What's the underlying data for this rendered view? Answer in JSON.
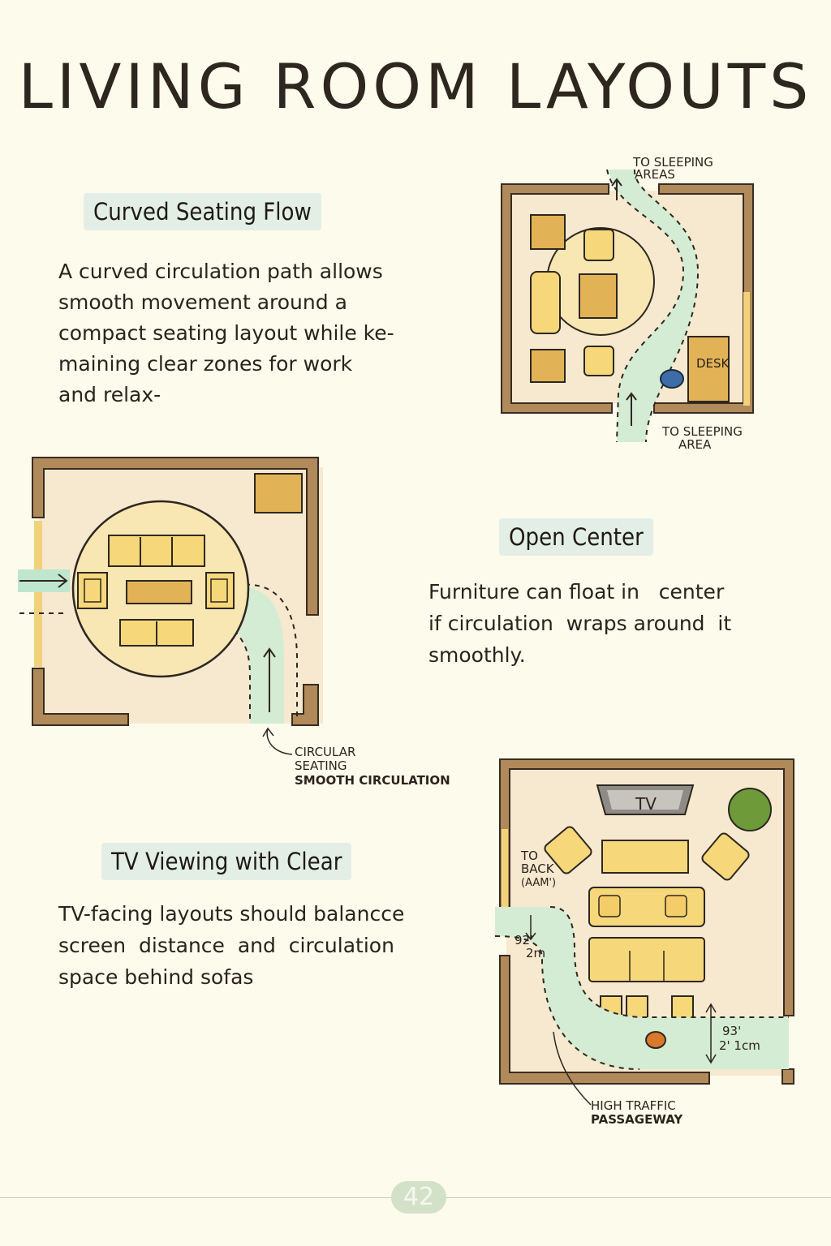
{
  "page_title": "LIVING ROOM LAYOUTS",
  "sections": {
    "curved": {
      "heading": "Curved Seating Flow",
      "lines": [
        "A curved circulation path allows",
        "smooth movement around a",
        "compact seating layout while ke-",
        "maining clear zones for work",
        "and relax-"
      ]
    },
    "open": {
      "heading": "Open Center",
      "lines": [
        "Furniture can float in   center",
        "if circulation  wraps around  it",
        "smoothly."
      ]
    },
    "tv": {
      "heading": "TV Viewing with Clear",
      "lines": [
        "TV-facing layouts should balancce",
        "screen  distance  and  circulation",
        "space behind sofas"
      ]
    }
  },
  "plan1": {
    "top_label": [
      "TO SLEEPING",
      "AREAS"
    ],
    "bottom_label": [
      "TO SLEEPING",
      "AREA"
    ],
    "desk_label": "DESK"
  },
  "plan2": {
    "callout": [
      "CIRCULAR",
      "SEATING",
      "SMOOTH CIRCULATION"
    ]
  },
  "plan3": {
    "tv_label": "TV",
    "left_label": [
      "TO",
      "BACK",
      "(AAM')"
    ],
    "dim_left": [
      "92'",
      "2m"
    ],
    "dim_right": [
      "93'",
      "2' 1cm"
    ],
    "callout": [
      "HIGH TRAFFIC",
      "PASSAGEWAY"
    ]
  },
  "page_number": "42",
  "colors": {
    "background": "#fdfbec",
    "wall": "#b08a5a",
    "floor": "#f6e9cf",
    "furniture": "#f6d779",
    "furniture_dark": "#e2b356",
    "path": "#d3ecd3",
    "tag": "#e3efe6"
  }
}
